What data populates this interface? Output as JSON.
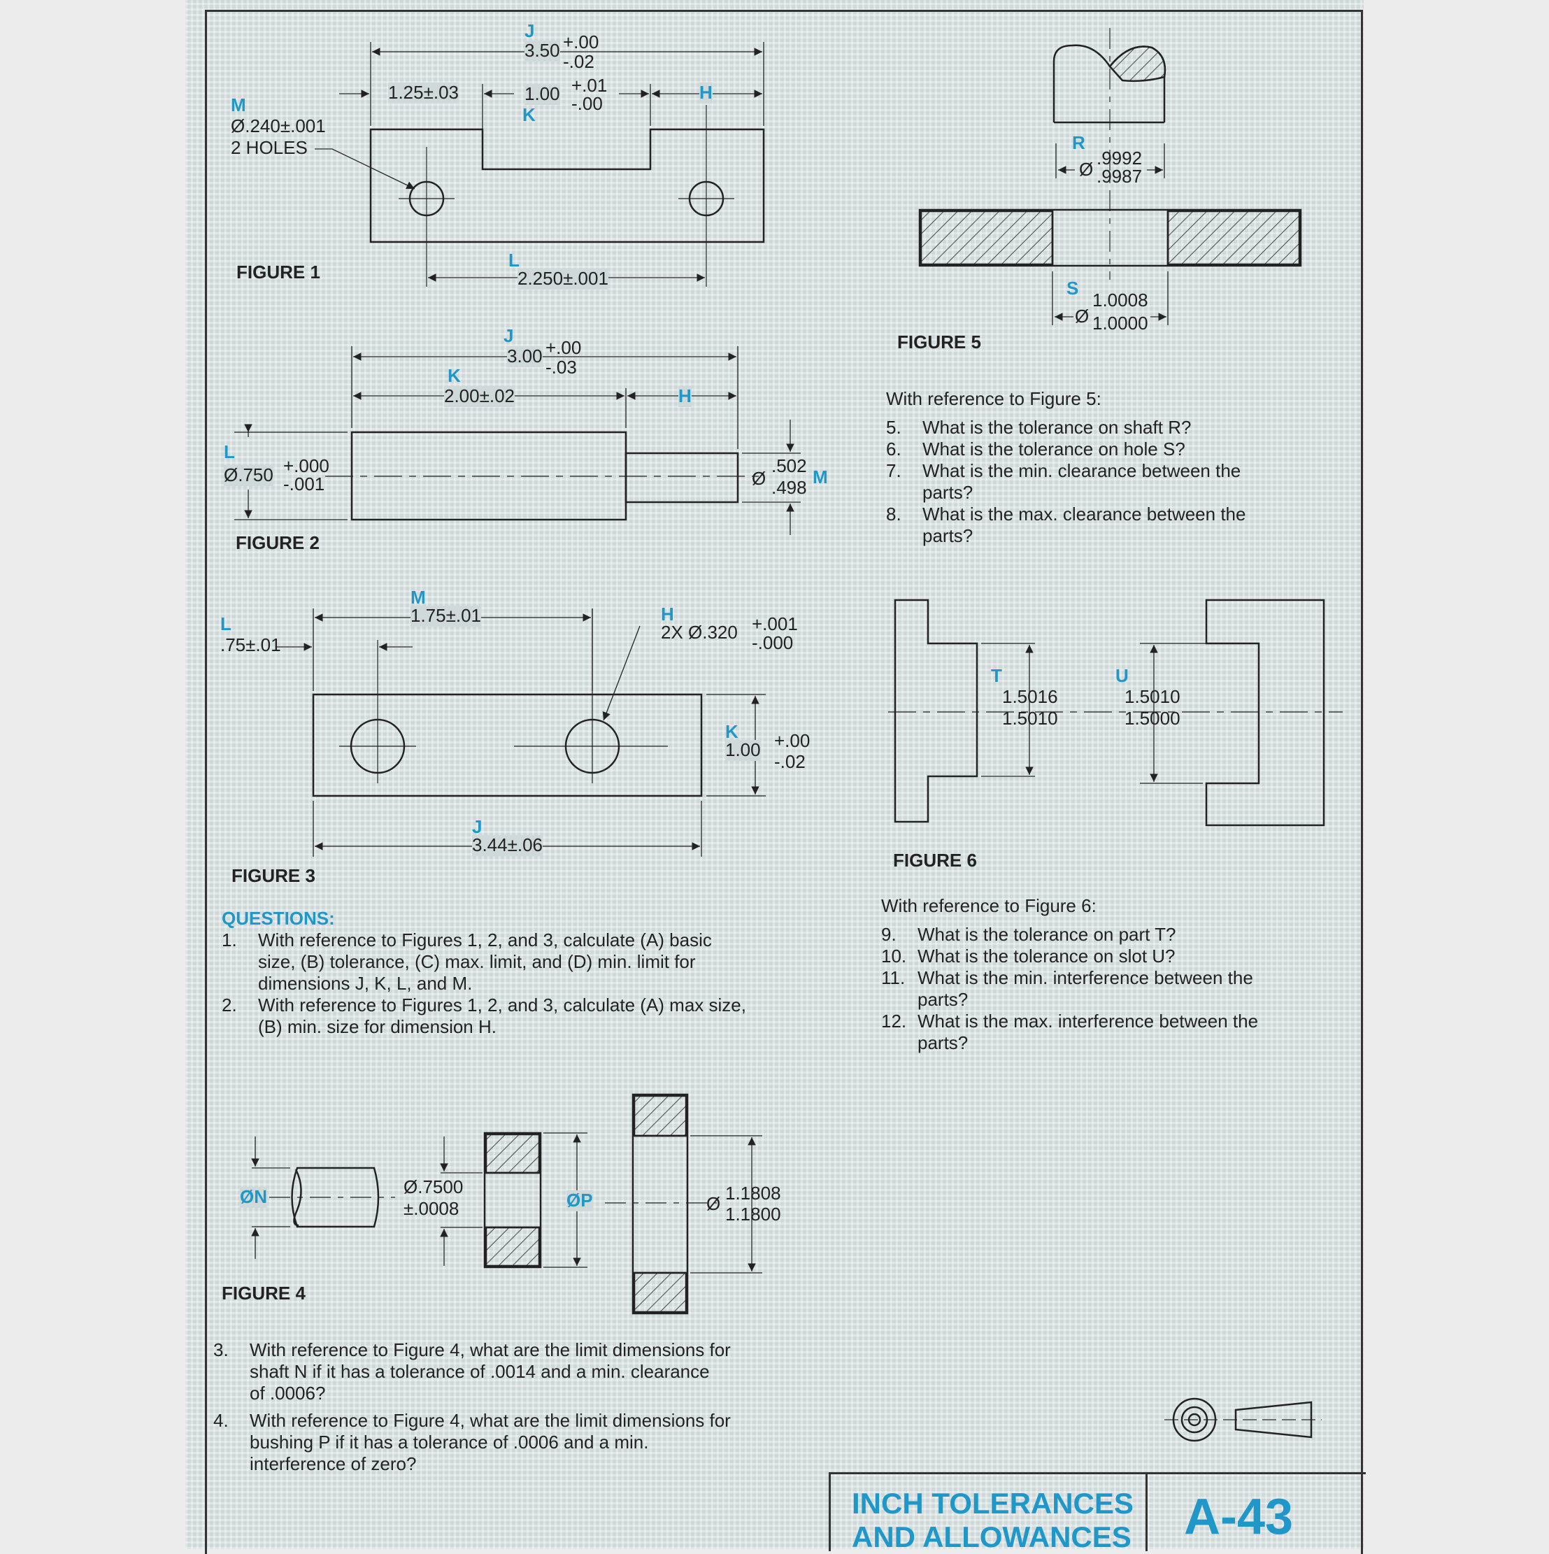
{
  "figure1": {
    "title": "FIGURE 1",
    "j_label": "J",
    "j_base": "3.50",
    "j_plus": "+.00",
    "j_minus": "-.02",
    "left_dim": "1.25±.03",
    "k_base": "1.00",
    "k_plus": "+.01",
    "k_minus": "-.00",
    "k_label": "K",
    "h_label": "H",
    "m_label": "M",
    "m_value": "Ø.240±.001",
    "m_note": "2 HOLES",
    "l_label": "L",
    "l_value": "2.250±.001"
  },
  "figure2": {
    "title": "FIGURE 2",
    "j_label": "J",
    "j_base": "3.00",
    "j_plus": "+.00",
    "j_minus": "-.03",
    "k_label": "K",
    "k_value": "2.00±.02",
    "h_label": "H",
    "l_label": "L",
    "l_base": "Ø.750",
    "l_plus": "+.000",
    "l_minus": "-.001",
    "m_label": "M",
    "m_sym": "Ø",
    "m_upper": ".502",
    "m_lower": ".498"
  },
  "figure3": {
    "title": "FIGURE 3",
    "l_label": "L",
    "l_value": ".75±.01",
    "m_label": "M",
    "m_value": "1.75±.01",
    "h_label": "H",
    "h_base": "2X  Ø.320",
    "h_plus": "+.001",
    "h_minus": "-.000",
    "k_label": "K",
    "k_base": "1.00",
    "k_plus": "+.00",
    "k_minus": "-.02",
    "j_label": "J",
    "j_value": "3.44±.06"
  },
  "figure4": {
    "title": "FIGURE 4",
    "n_label": "ØN",
    "bore_value": "Ø.7500",
    "bore_tol": "±.0008",
    "p_label": "ØP",
    "od_sym": "Ø",
    "od_upper": "1.1808",
    "od_lower": "1.1800"
  },
  "figure5": {
    "title": "FIGURE 5",
    "r_label": "R",
    "r_sym": "Ø",
    "r_upper": ".9992",
    "r_lower": ".9987",
    "s_label": "S",
    "s_sym": "Ø",
    "s_upper": "1.0008",
    "s_lower": "1.0000"
  },
  "figure6": {
    "title": "FIGURE 6",
    "t_label": "T",
    "t_upper": "1.5016",
    "t_lower": "1.5010",
    "u_label": "U",
    "u_upper": "1.5010",
    "u_lower": "1.5000"
  },
  "questions_left": {
    "heading": "QUESTIONS:",
    "q1_num": "1.",
    "q1_l1": "With reference to Figures 1, 2, and 3, calculate (A) basic",
    "q1_l2": "size, (B) tolerance, (C) max. limit, and (D) min. limit for",
    "q1_l3": "dimensions J, K, L, and M.",
    "q2_num": "2.",
    "q2_l1": "With reference to Figures 1, 2, and 3, calculate (A) max size,",
    "q2_l2": "(B) min. size for dimension H."
  },
  "questions_fig4": {
    "q3_num": "3.",
    "q3_l1": "With reference to Figure 4, what are the limit dimensions for",
    "q3_l2": "shaft N if it has a tolerance of .0014 and a min. clearance",
    "q3_l3": "of .0006?",
    "q4_num": "4.",
    "q4_l1": "With reference to Figure 4, what are the limit dimensions for",
    "q4_l2": "bushing P if it has a tolerance of .0006 and a min.",
    "q4_l3": "interference of zero?"
  },
  "questions_fig5": {
    "intro": "With reference to Figure 5:",
    "q5_num": "5.",
    "q5": "What is the tolerance on shaft R?",
    "q6_num": "6.",
    "q6": "What is the tolerance on hole S?",
    "q7_num": "7.",
    "q7_l1": "What is the min. clearance between the",
    "q7_l2": "parts?",
    "q8_num": "8.",
    "q8_l1": "What is the max. clearance between the",
    "q8_l2": "parts?"
  },
  "questions_fig6": {
    "intro": "With reference to Figure 6:",
    "q9_num": "9.",
    "q9": "What is the tolerance on part T?",
    "q10_num": "10.",
    "q10": "What is the tolerance on slot U?",
    "q11_num": "11.",
    "q11_l1": "What is the min. interference between the",
    "q11_l2": "parts?",
    "q12_num": "12.",
    "q12_l1": "What is the max. interference between the",
    "q12_l2": "parts?"
  },
  "title_block": {
    "line1": "INCH TOLERANCES",
    "line2": "AND ALLOWANCES",
    "page": "A-43"
  },
  "colors": {
    "accent": "#1f97c8",
    "ink": "#222222",
    "paper": "#cfd9d9"
  }
}
